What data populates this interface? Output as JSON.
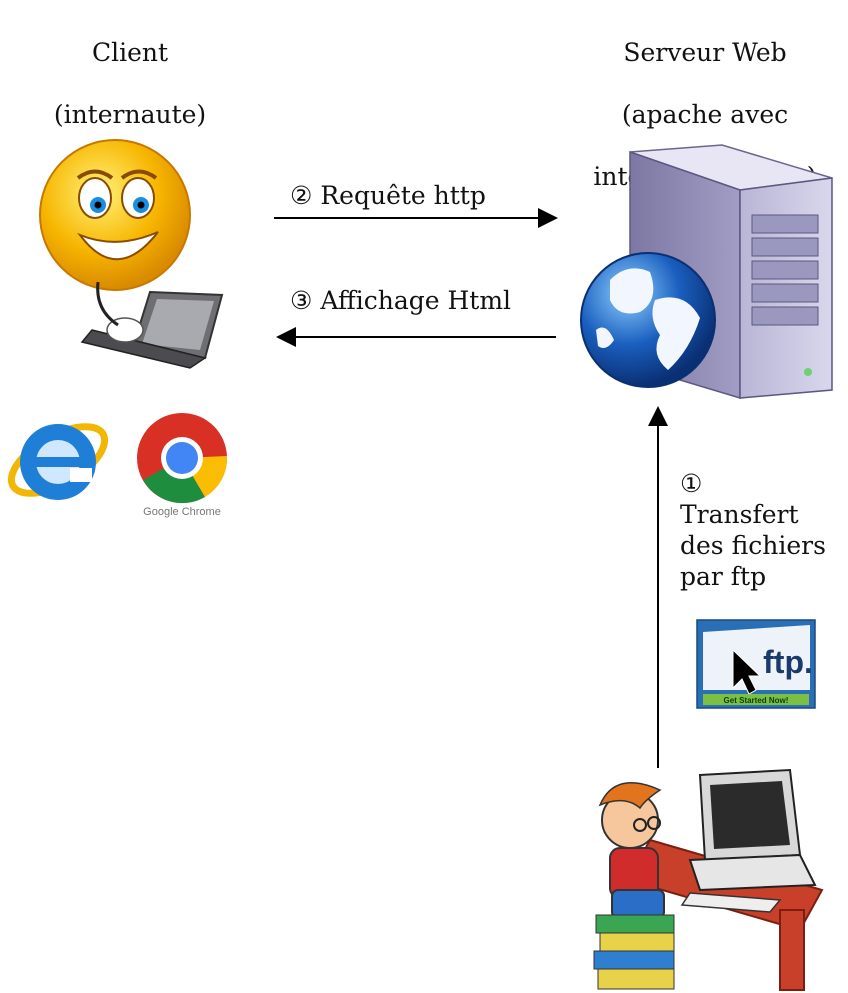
{
  "client": {
    "line1": "Client",
    "line2": "(internaute)"
  },
  "server": {
    "line1": "Serveur Web",
    "line2": "(apache avec",
    "line3": "interpréteur Php)"
  },
  "arrows": {
    "request": "② Requête http",
    "response": "③ Affichage Html"
  },
  "transfer": {
    "num": "①",
    "line1": "Transfert",
    "line2": "des fichiers",
    "line3": "par ftp"
  },
  "logos": {
    "chrome_caption": "Google Chrome",
    "ftp_text": "ftp.",
    "ftp_button": "Get Started Now!"
  },
  "colors": {
    "arrow": "#000000",
    "smiley": "#f7b600",
    "globe": "#1a5fbf",
    "server_body": "#c9c6e0",
    "ie_blue": "#1f7fd6",
    "ie_ring": "#f2b705",
    "chrome_red": "#d93025",
    "chrome_green": "#1e8e3e",
    "chrome_yellow": "#fbbc04",
    "chrome_blue": "#4285f4",
    "ftp_green": "#7bc043"
  }
}
